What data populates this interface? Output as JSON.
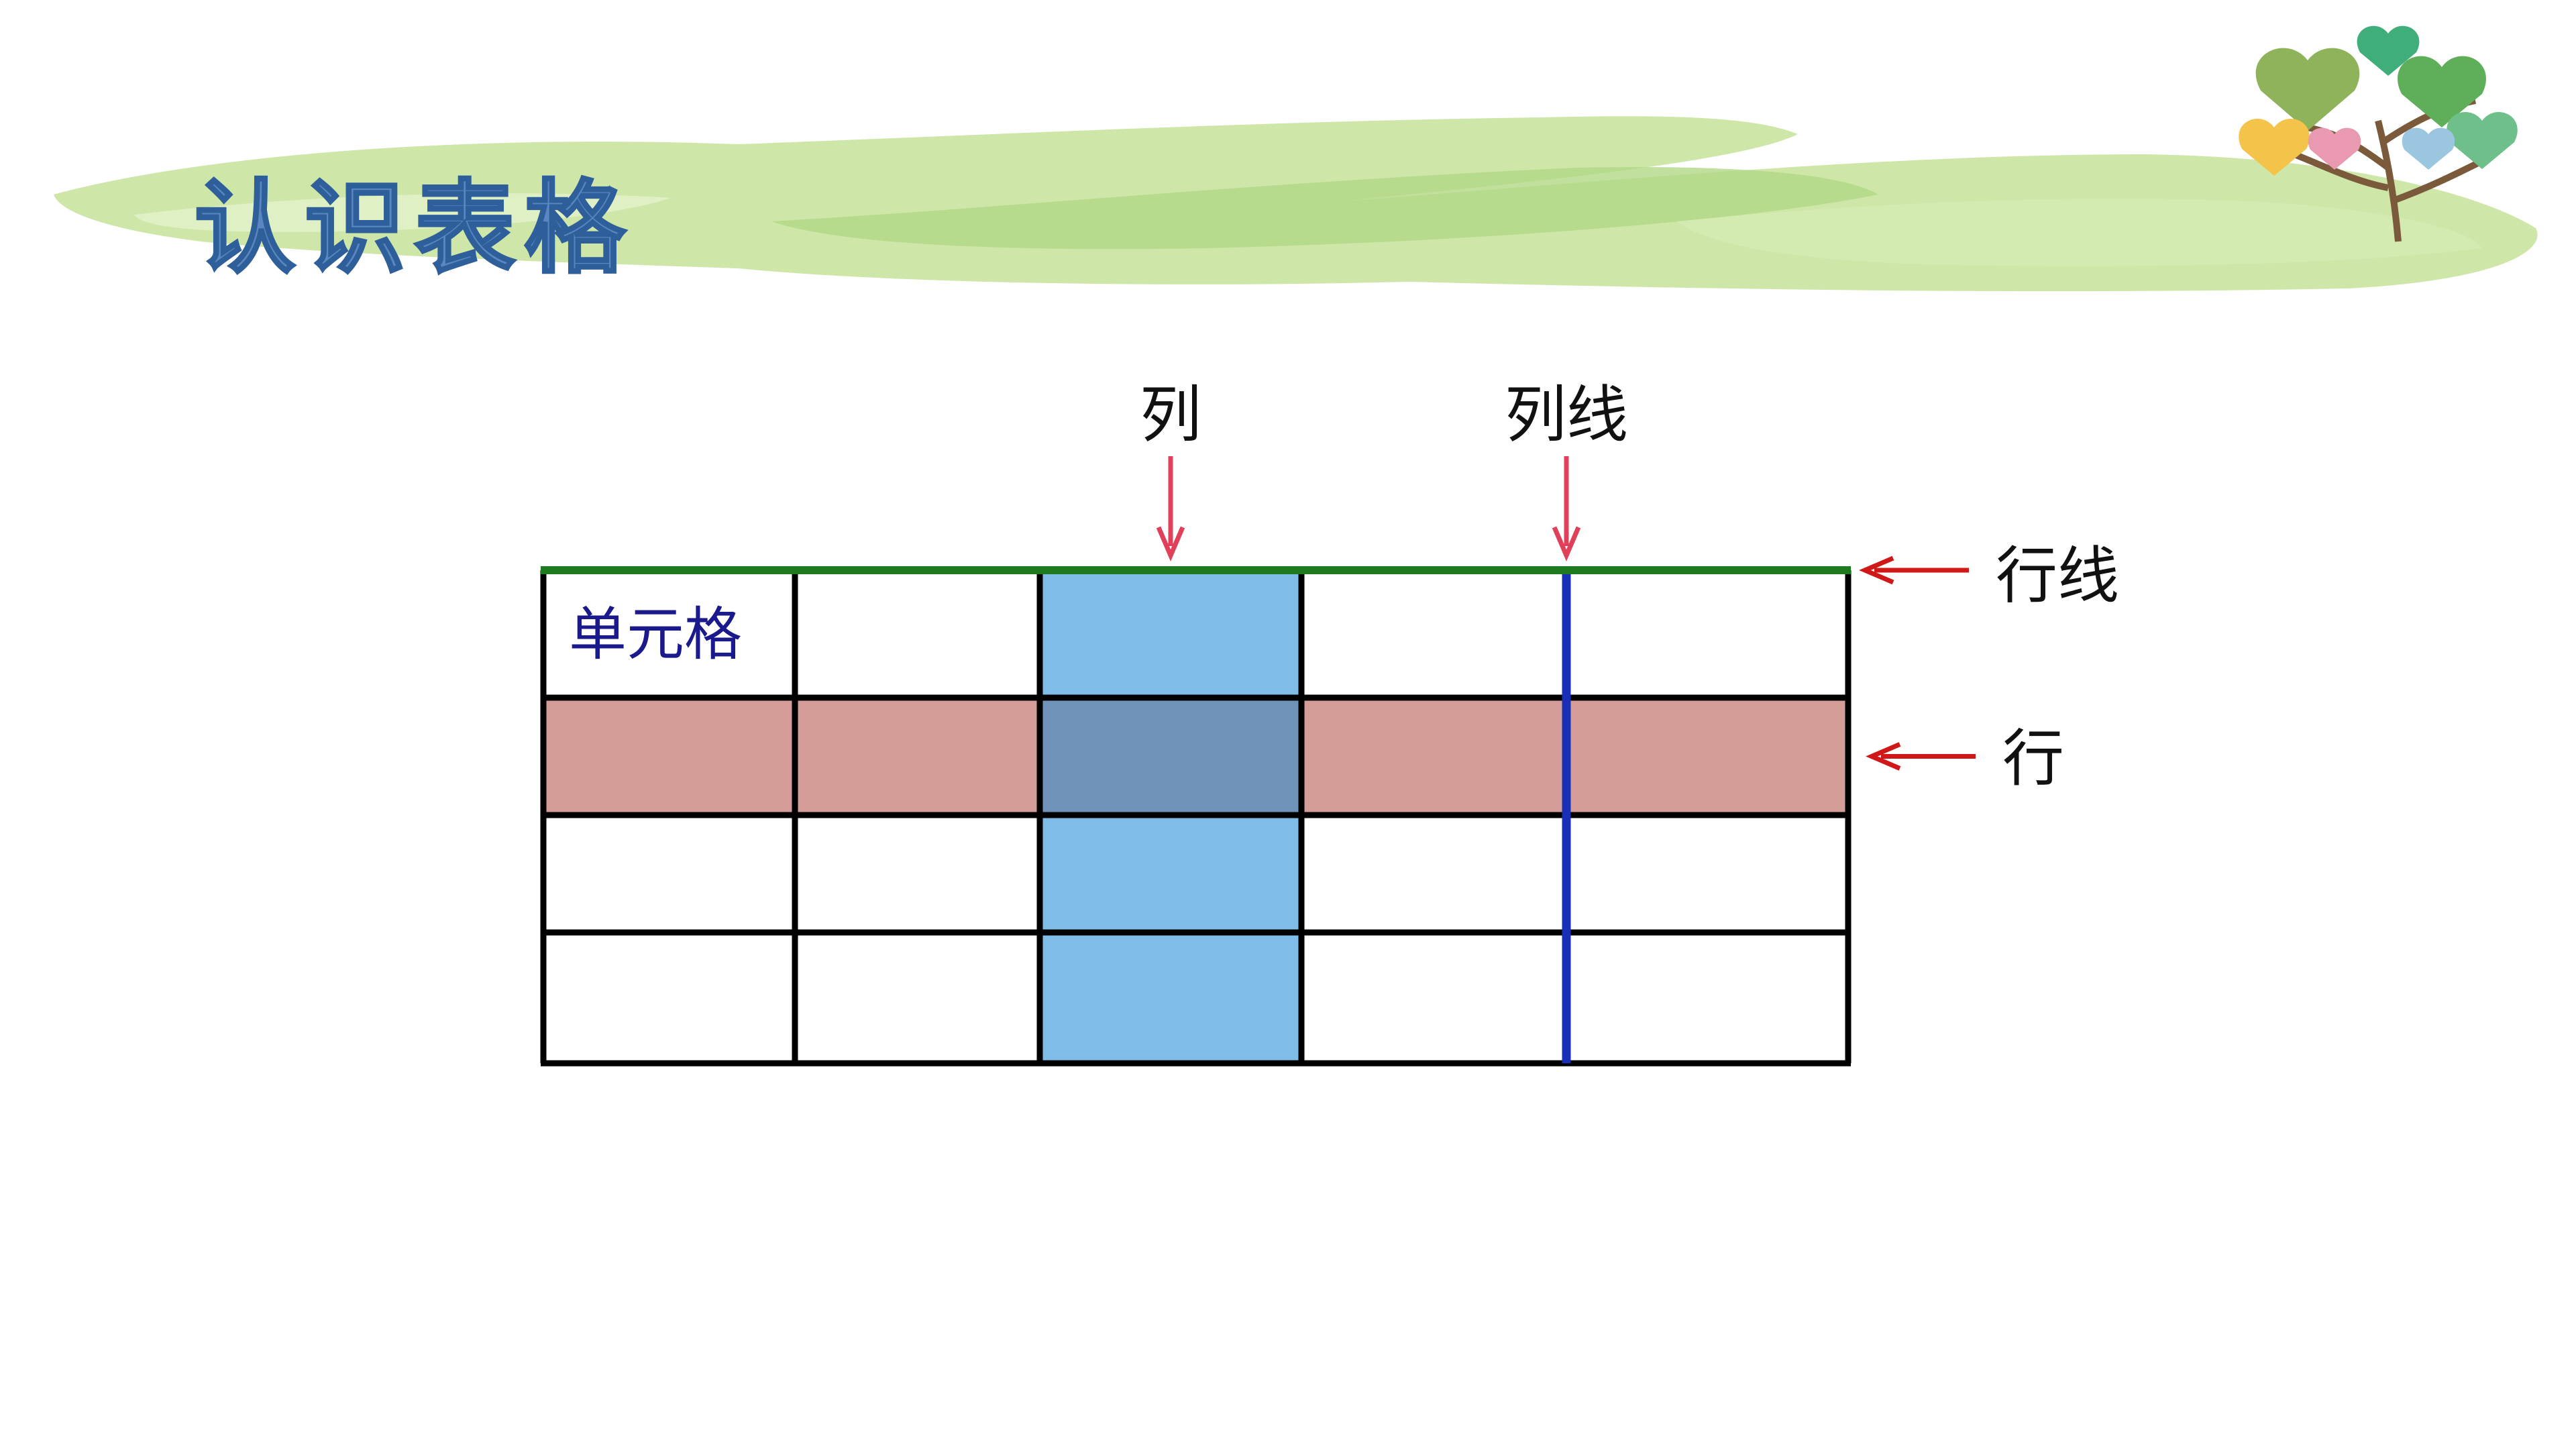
{
  "slide": {
    "title": "认识表格"
  },
  "colors": {
    "background": "#ffffff",
    "title_fill": "#5b87c0",
    "title_stroke": "#2f5f9a",
    "swoosh": "#c6e39a",
    "swoosh_edge": "#a9d27b",
    "grid_line": "#000000",
    "row_line_highlight": "#1e7a1e",
    "col_line_highlight": "#1a2fb8",
    "column_highlight": "#7fbce8",
    "row_highlight": "#d49d97",
    "intersection": "#6f93b8",
    "arrow_column": "#e0405a",
    "arrow_row": "#d01818",
    "cell_label": "#1a1a8c",
    "label_text": "#111111"
  },
  "table": {
    "rows": 4,
    "columns": 5,
    "highlighted_column": 2,
    "highlighted_row": 1,
    "highlighted_row_line": 0,
    "highlighted_column_line": 4,
    "cell_label": "单元格"
  },
  "annotations": {
    "column": "列",
    "column_line": "列线",
    "row_line": "行线",
    "row": "行"
  },
  "decoration": {
    "tree": "heart-tree-icon"
  }
}
